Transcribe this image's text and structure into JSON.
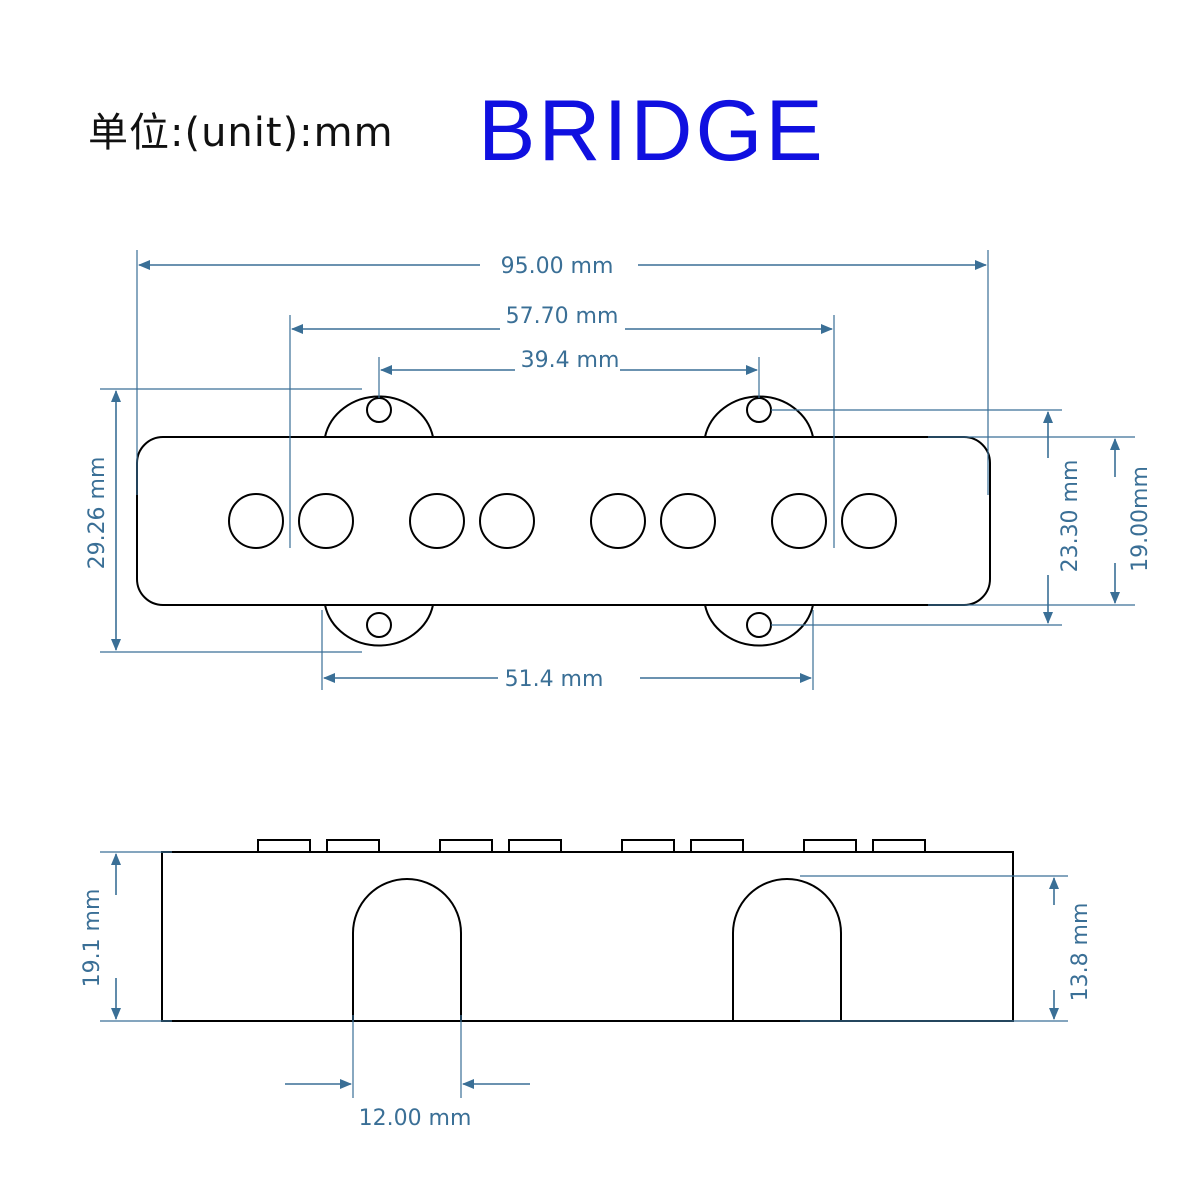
{
  "header": {
    "unit_label": "单位:(unit):mm",
    "title": "BRIDGE",
    "title_color": "#1010e0"
  },
  "dimension_color": "#3a6f96",
  "top_view": {
    "dims": {
      "overall_length": "95.00 mm",
      "pole_span": "57.70 mm",
      "upper_mount_spacing": "39.4 mm",
      "lower_mount_spacing": "51.4 mm",
      "overall_width": "29.26 mm",
      "mount_hole_spacing": "23.30 mm",
      "body_width": "19.00mm"
    }
  },
  "side_view": {
    "dims": {
      "height": "19.1 mm",
      "arch_height": "13.8 mm",
      "arch_width": "12.00 mm"
    }
  }
}
